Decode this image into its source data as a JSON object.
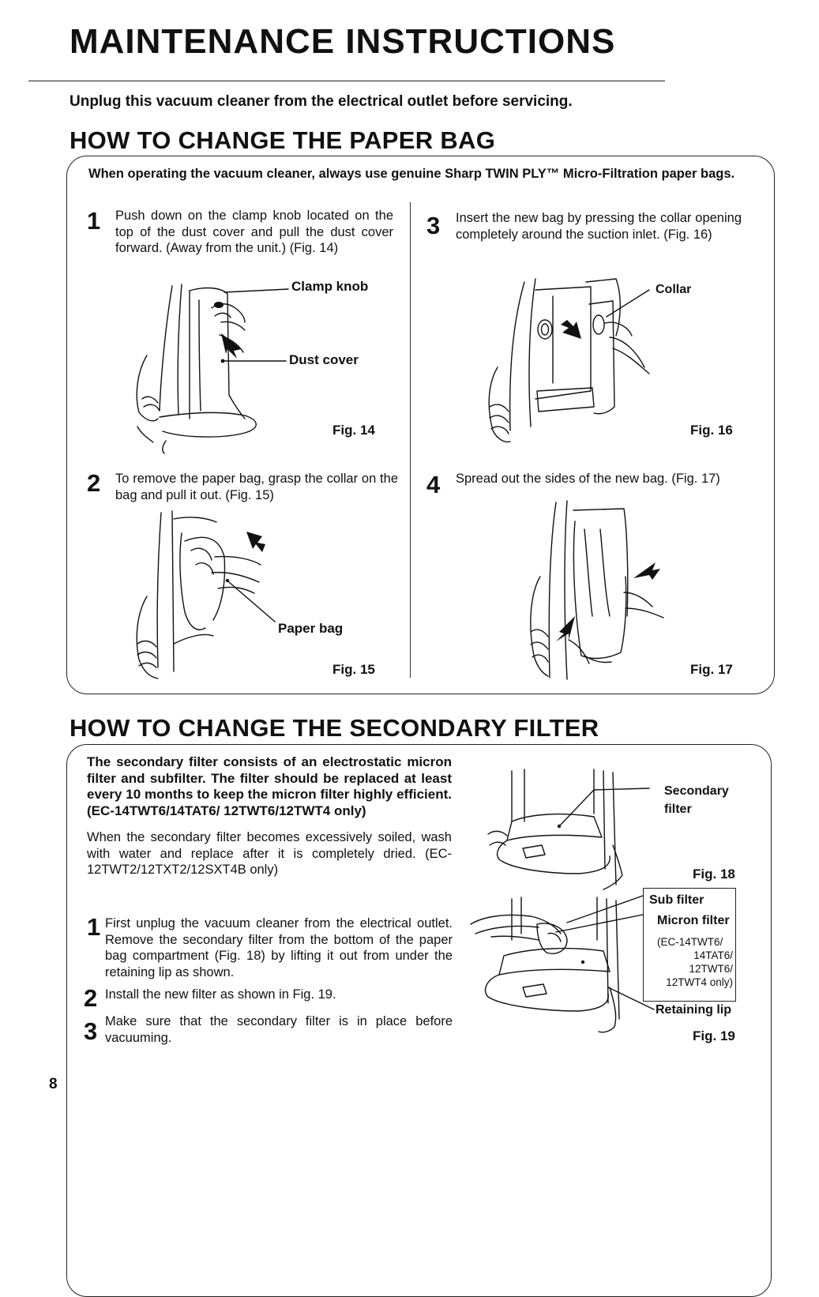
{
  "page": {
    "title": "MAINTENANCE INSTRUCTIONS",
    "warning": "Unplug this vacuum cleaner from the electrical outlet before servicing.",
    "page_number": "8"
  },
  "paper_bag": {
    "heading": "HOW TO CHANGE THE PAPER BAG",
    "note": "When operating the vacuum cleaner, always use genuine Sharp TWIN PLY™ Micro-Filtration paper bags.",
    "steps": [
      {
        "num": "1",
        "text": "Push down on the clamp knob located on the top of the dust cover and pull the dust cover forward. (Away from the unit.) (Fig. 14)"
      },
      {
        "num": "2",
        "text": "To remove the paper bag, grasp the collar on the bag and pull it out. (Fig. 15)"
      },
      {
        "num": "3",
        "text": "Insert the new bag by pressing the collar opening completely around the suction inlet. (Fig. 16)"
      },
      {
        "num": "4",
        "text": "Spread out the sides of the new bag. (Fig. 17)"
      }
    ],
    "figures": {
      "fig14": {
        "caption": "Fig. 14",
        "labels": [
          "Clamp knob",
          "Dust cover"
        ]
      },
      "fig15": {
        "caption": "Fig. 15",
        "labels": [
          "Paper bag"
        ]
      },
      "fig16": {
        "caption": "Fig. 16",
        "labels": [
          "Collar"
        ]
      },
      "fig17": {
        "caption": "Fig. 17"
      }
    }
  },
  "secondary_filter": {
    "heading": "HOW TO CHANGE THE SECONDARY FILTER",
    "note": "The secondary filter consists of an electrostatic micron filter and subfilter. The filter should be replaced at least every 10 months to keep the micron filter highly efficient.(EC-14TWT6/14TAT6/ 12TWT6/12TWT4 only)",
    "paragraph": "When the secondary filter becomes excessively soiled, wash with water and replace after it is completely dried. (EC-12TWT2/12TXT2/12SXT4B only)",
    "steps": [
      {
        "num": "1",
        "text": "First unplug the vacuum cleaner from the electrical outlet. Remove the secondary filter from the bottom of the paper bag compartment (Fig. 18) by lifting it out from under the retaining lip as shown."
      },
      {
        "num": "2",
        "text": "Install the new filter as shown in Fig. 19."
      },
      {
        "num": "3",
        "text": "Make sure that the secondary filter is in place before vacuuming."
      }
    ],
    "figures": {
      "fig18": {
        "caption": "Fig. 18",
        "label_line1": "Secondary",
        "label_line2": "filter"
      },
      "fig19": {
        "caption": "Fig. 19",
        "sub_filter": "Sub filter",
        "micron_filter": "Micron filter",
        "models": [
          "(EC-14TWT6/",
          "14TAT6/",
          "12TWT6/",
          "12TWT4 only)"
        ],
        "retaining_lip": "Retaining lip"
      }
    }
  }
}
